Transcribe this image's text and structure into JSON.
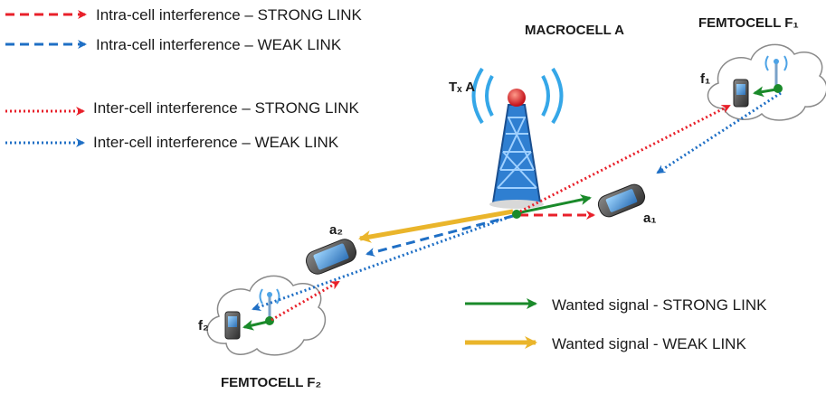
{
  "legend": {
    "intra_strong": "Intra-cell interference – STRONG LINK",
    "intra_weak": "Intra-cell interference – WEAK LINK",
    "inter_strong": "Inter-cell interference – STRONG LINK",
    "inter_weak": "Inter-cell interference – WEAK LINK",
    "wanted_strong": "Wanted signal - STRONG LINK",
    "wanted_weak": "Wanted signal - WEAK LINK"
  },
  "labels": {
    "macrocell": "MACROCELL A",
    "femtocell_f1": "FEMTOCELL F₁",
    "femtocell_f2": "FEMTOCELL F₂",
    "tx": "Tₓ A",
    "a1": "a₁",
    "a2": "a₂",
    "f1": "f₁",
    "f2": "f₂"
  },
  "colors": {
    "red": "#e8202a",
    "blue": "#1f6fc5",
    "green": "#1a8a2a",
    "yellow": "#eab52b"
  }
}
